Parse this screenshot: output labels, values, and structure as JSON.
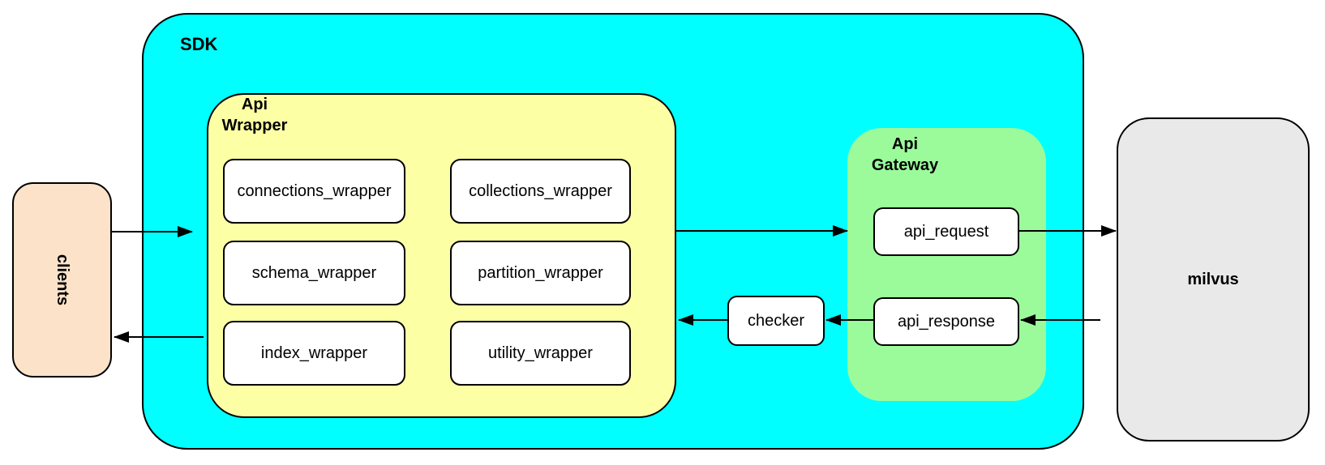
{
  "diagram": {
    "clients_label": "clients",
    "milvus_label": "milvus",
    "sdk": {
      "label": "SDK",
      "api_wrapper": {
        "label_line1": "Api",
        "label_line2": "Wrapper",
        "boxes": [
          "connections_wrapper",
          "collections_wrapper",
          "schema_wrapper",
          "partition_wrapper",
          "index_wrapper",
          "utility_wrapper"
        ]
      },
      "checker_label": "checker",
      "api_gateway": {
        "label_line1": "Api",
        "label_line2": "Gateway",
        "boxes": [
          "api_request",
          "api_response"
        ]
      }
    },
    "edges": [
      {
        "from": "clients",
        "to": "api_wrapper",
        "direction": "right"
      },
      {
        "from": "api_wrapper",
        "to": "api_gateway",
        "direction": "right"
      },
      {
        "from": "api_request",
        "to": "milvus",
        "direction": "right"
      },
      {
        "from": "milvus",
        "to": "api_response",
        "direction": "left"
      },
      {
        "from": "api_response",
        "to": "checker",
        "direction": "left"
      },
      {
        "from": "checker",
        "to": "api_wrapper",
        "direction": "left"
      },
      {
        "from": "api_wrapper",
        "to": "clients",
        "direction": "left"
      }
    ],
    "colors": {
      "sdk_fill": "#00ffff",
      "api_wrapper_fill": "#fdffa5",
      "api_gateway_fill": "#9bfb9b",
      "clients_fill": "#fbe2c8",
      "milvus_fill": "#e9e9e9",
      "node_fill": "#ffffff",
      "stroke": "#000000"
    }
  }
}
